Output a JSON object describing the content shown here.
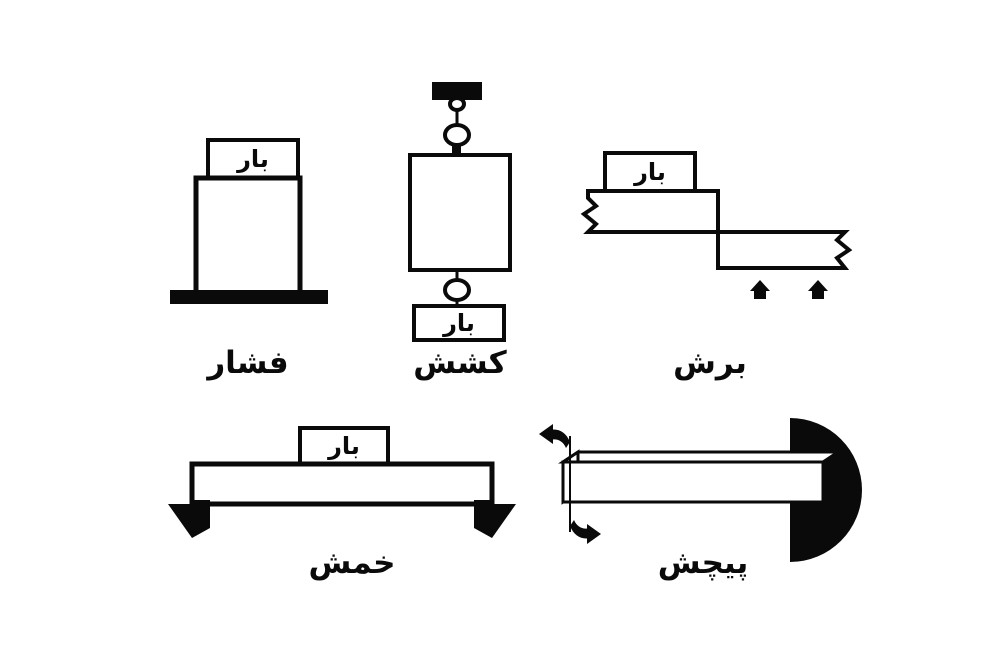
{
  "diagram": {
    "title_text_language": "Persian",
    "background_color": "#ffffff",
    "stroke_color": "#0a0a0a",
    "fill_color": "#ffffff",
    "load_label": "بار",
    "figures": [
      {
        "id": "compression",
        "caption": "فشار",
        "meaning": "compression",
        "load_label": "بار",
        "elements": [
          "load-block",
          "column",
          "base-plate"
        ]
      },
      {
        "id": "tension",
        "caption": "کشش",
        "meaning": "tension",
        "load_label": "بار",
        "elements": [
          "ceiling-mount",
          "upper-ring",
          "specimen-block",
          "lower-ring",
          "load-box"
        ]
      },
      {
        "id": "shear",
        "caption": "برش",
        "meaning": "shear",
        "load_label": "بار",
        "elements": [
          "upper-bar",
          "lower-bar",
          "break-edge-left",
          "break-edge-right",
          "reaction-arrow-1",
          "reaction-arrow-2"
        ]
      },
      {
        "id": "bending",
        "caption": "خمش",
        "meaning": "bending",
        "load_label": "بار",
        "elements": [
          "beam",
          "load-block",
          "left-down-arrow",
          "right-down-arrow"
        ]
      },
      {
        "id": "torsion",
        "caption": "پیچش",
        "meaning": "torsion",
        "load_label": "",
        "elements": [
          "fixed-wall",
          "prismatic-bar",
          "torque-arrow-top",
          "torque-arrow-bottom",
          "torque-axis"
        ]
      }
    ]
  },
  "captions": {
    "compression": "فشار",
    "tension": "کشش",
    "shear": "برش",
    "bending": "خمش",
    "torsion": "پیچش"
  },
  "load_labels": {
    "compression": "بار",
    "tension": "بار",
    "shear": "بار",
    "bending": "بار"
  }
}
